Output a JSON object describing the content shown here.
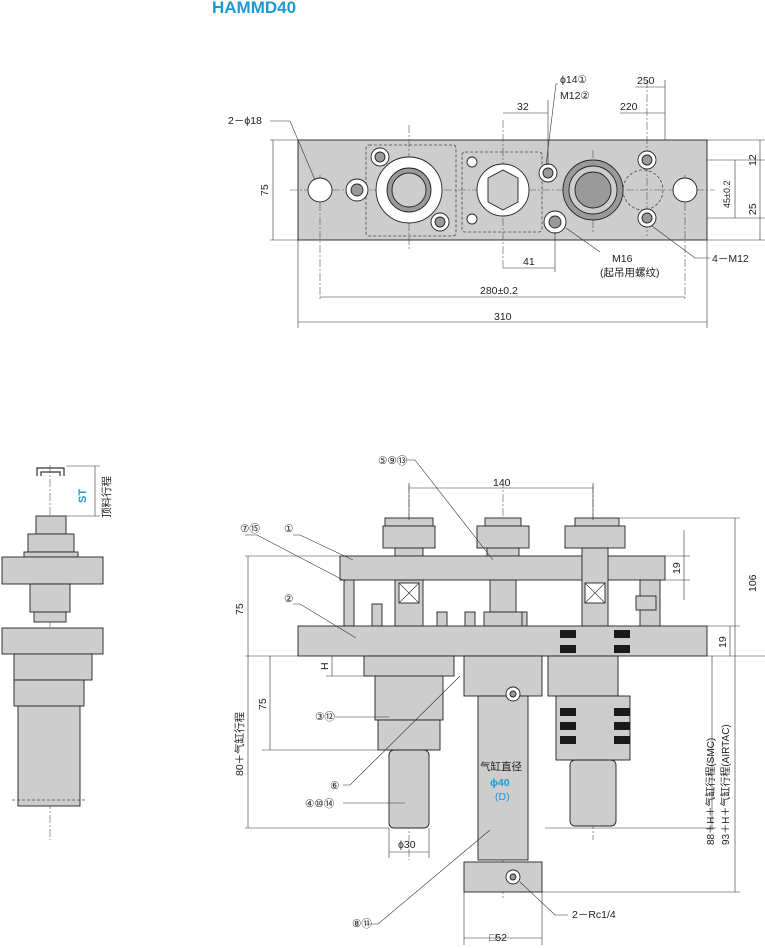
{
  "title": "HAMMD40",
  "top_view": {
    "holes_2x": "2－ϕ18",
    "dia14": "ϕ14①",
    "m12_2": "M12②",
    "d32": "32",
    "d250": "250",
    "d220": "220",
    "d75": "75",
    "d12": "12",
    "d45": "45±0.2",
    "d25": "25",
    "d41": "41",
    "m16": "M16",
    "m16_note": "(起吊用螺纹)",
    "m12x4": "4－M12",
    "d280": "280±0.2",
    "d310": "310"
  },
  "side_view": {
    "st": "ST",
    "st_label": "顶料行程"
  },
  "front_view": {
    "c5913": "⑤⑨⑬",
    "d140": "140",
    "c715": "⑦⑮",
    "c1": "①",
    "c2": "②",
    "d75a": "75",
    "d19a": "19",
    "d106": "106",
    "d19b": "19",
    "h": "H",
    "d75b": "75",
    "stroke80": "80＋气缸行程",
    "c312": "③⑫",
    "c6": "⑥",
    "c41014": "④⑩⑭",
    "cyl_label": "气缸直径",
    "cyl_dia": "ϕ40",
    "cyl_d": "(D)",
    "dia30": "ϕ30",
    "smc": "88＋H＋气缸行程(SMC)",
    "airtac": "93＋H＋气缸行程(AIRTAC)",
    "c811": "⑧⑪",
    "rc": "2－Rc1/4",
    "sq52": "□52"
  }
}
